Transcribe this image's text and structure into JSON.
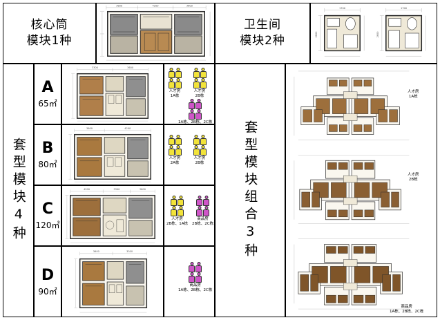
{
  "page": {
    "title": "住宅模块化设计图版",
    "background": "#ffffff"
  },
  "sections": {
    "core_tube": {
      "label_line1": "核心筒",
      "label_line2": "模块1种",
      "name": "核心筒模块"
    },
    "toilet": {
      "label_line1": "卫生间",
      "label_line2": "模块2种",
      "name": "卫生间模块"
    },
    "unit_modules": {
      "label": "套型模块4种",
      "vertical_text": "套型模块4种"
    },
    "combination": {
      "label": "套型模块组合3种",
      "vertical_text": "套型模块组合3种"
    }
  },
  "unit_types": [
    {
      "letter": "A",
      "area": "65㎡"
    },
    {
      "letter": "B",
      "area": "80㎡"
    },
    {
      "letter": "C",
      "area": "120㎡"
    },
    {
      "letter": "D",
      "area": "90㎡"
    }
  ],
  "icon_groups": [
    {
      "row_id": "A",
      "clusters": [
        {
          "caption": "人才房\n1A栋",
          "count_top": 2,
          "count_bottom": 2,
          "color": "#f2e33a"
        },
        {
          "caption": "人才房\n2B栋",
          "count_top": 2,
          "count_bottom": 2,
          "color": "#f2e33a"
        },
        {
          "caption": "1A栋、2B栋、2C栋",
          "count_top": 2,
          "count_bottom": 2,
          "color": "#cf55c8"
        }
      ]
    },
    {
      "row_id": "B",
      "clusters": [
        {
          "caption": "人才房\n2A栋",
          "count_top": 2,
          "count_bottom": 2,
          "color": "#f2e33a"
        },
        {
          "caption": "人才房\n2B栋",
          "count_top": 2,
          "count_bottom": 2,
          "color": "#f2e33a"
        }
      ]
    },
    {
      "row_id": "C",
      "clusters": [
        {
          "caption": "人才房\n2B栋、1A栋",
          "count_top": 2,
          "count_bottom": 2,
          "color": "#f2e33a"
        },
        {
          "caption": "商品房\n2B栋、2C栋",
          "count_top": 2,
          "count_bottom": 2,
          "color": "#cf55c8"
        }
      ]
    },
    {
      "row_id": "D",
      "clusters": [
        {
          "caption": "商品房\n1A栋、2B栋、2C栋",
          "count_top": 2,
          "count_bottom": 2,
          "color": "#cf55c8"
        }
      ]
    }
  ],
  "combination_notes": [
    {
      "text": "人才房\n1A栋",
      "id": "comb-note-1"
    },
    {
      "text": "人才房\n2B栋",
      "id": "comb-note-2"
    },
    {
      "text": "商品房\n1A栋、2B栋、2C栋",
      "id": "comb-note-3"
    }
  ],
  "dimensions": {
    "toilet_top": [
      "1700",
      "1700"
    ],
    "toilet_side": [
      "2600",
      "2600"
    ],
    "generic": [
      "3600",
      "3300",
      "4200",
      "2700",
      "1500"
    ]
  },
  "colors": {
    "wall": "#3c3c3c",
    "floor_wood": "#a87a4a",
    "floor_light": "#e8dfc8",
    "floor_tile": "#d8d2c0",
    "accent_yellow": "#f2e33a",
    "accent_magenta": "#cf55c8",
    "line": "#000000",
    "dim_line": "#777777"
  }
}
